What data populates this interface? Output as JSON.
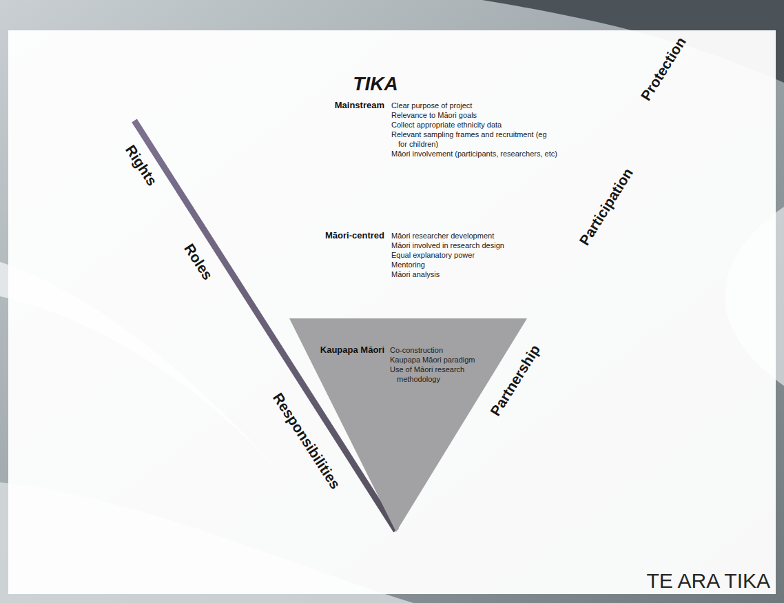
{
  "diagram": {
    "title": "TIKA",
    "nodes": [
      {
        "text": [
          "Kaupapa Māori",
          "Co-construction",
          "Kaupapa Māori paradigm",
          "Use of Māori research methodology"
        ]
      }
    ],
    "labels": [
      "Mainstream",
      "Clear purpose of project",
      "Relevance to Māori goals",
      "Collect appropriate ethnicity data",
      "Relevant sampling frames and recruitment (eg for children)",
      "Māori involvement (participants, researchers, etc)",
      "Māori-centred",
      "Māori researcher development",
      "Māori involved in research design",
      "Equal explanatory power",
      "Mentoring",
      "Māori analysis",
      "Rights",
      "Roles",
      "Responsibilities",
      "Protection",
      "Participation",
      "Partnership",
      "TE ARA TIKA"
    ]
  }
}
